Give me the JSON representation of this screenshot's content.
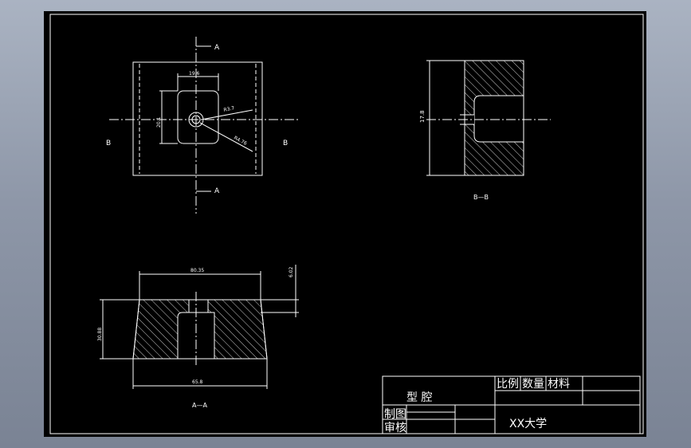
{
  "colors": {
    "background": "#000000",
    "lines": "#ffffff",
    "frame_outer": "#8e97a8"
  },
  "top_view": {
    "section_marker_top": "A",
    "section_marker_bottom": "A",
    "section_marker_left": "B",
    "section_marker_right": "B",
    "dim_width": "19.6",
    "dim_height": "20.1",
    "dim_radius_1": "R3.7",
    "dim_radius_2": "R4.76"
  },
  "section_bb": {
    "label": "B—B",
    "dim_height": "17.8"
  },
  "section_aa": {
    "label": "A—A",
    "dim_top": "80.35",
    "dim_bottom": "65.8",
    "dim_left": "30.88",
    "dim_right": "6.02"
  },
  "title_block": {
    "name": "型 腔",
    "scale_label": "比例",
    "quantity_label": "数量",
    "material_label": "材料",
    "drawn_by_label": "制图",
    "checked_by_label": "审核",
    "school": "XX大学"
  }
}
